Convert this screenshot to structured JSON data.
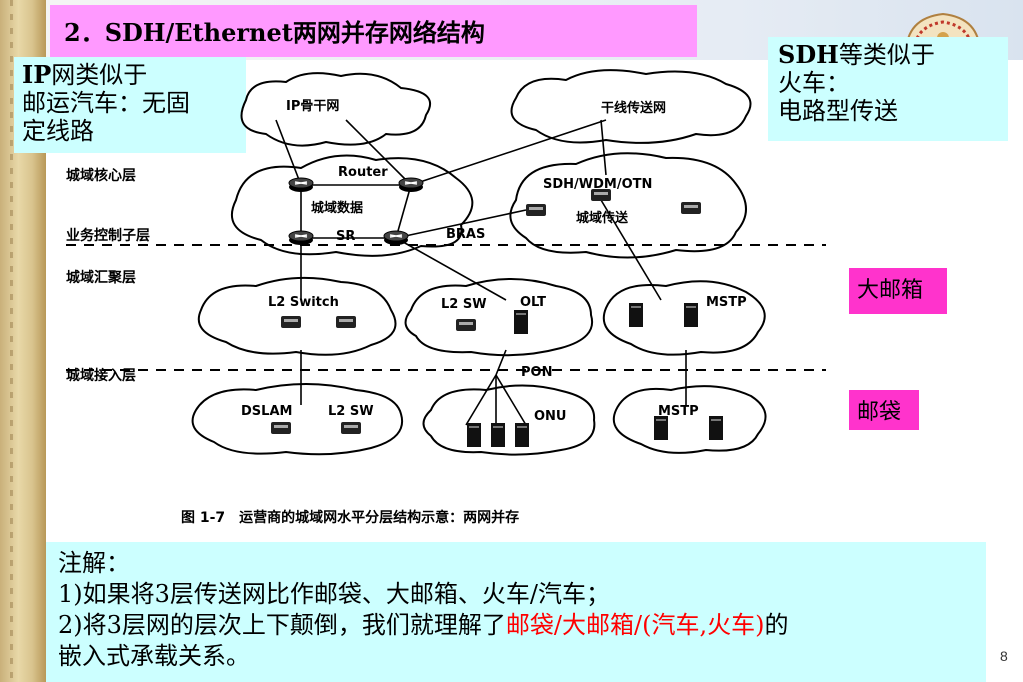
{
  "title": "2．SDH/Ethernet两网并存网络结构",
  "ip_note": {
    "lead": "IP",
    "rest": "网类似于",
    "line2": "邮运汽车：无固",
    "line3": "定线路"
  },
  "sdh_note": {
    "lead": "SDH",
    "rest": "等类似于",
    "line2": "火车：",
    "line3": "电路型传送"
  },
  "tags": {
    "big_mailbox": "大邮箱",
    "mail_bag": "邮袋"
  },
  "diagram": {
    "layers": [
      "城域核心层",
      "业务控制子层",
      "城域汇聚层",
      "城域接入层"
    ],
    "clouds": {
      "ip_backbone": "IP骨干网",
      "trunk": "干线传送网",
      "metro_data": "城域数据",
      "metro_transport": "城域传送",
      "sdh_wdm_otn": "SDH/WDM/OTN"
    },
    "devices": {
      "router": "Router",
      "sr": "SR",
      "bras": "BRAS",
      "l2_switch": "L2 Switch",
      "l2_sw": "L2 SW",
      "olt": "OLT",
      "mstp": "MSTP",
      "pon": "PON",
      "dslam": "DSLAM",
      "onu": "ONU"
    },
    "caption": "图 1-7　运营商的城域网水平分层结构示意：两网并存"
  },
  "bottom_note": {
    "heading": "注解：",
    "line1": "1)如果将3层传送网比作邮袋、大邮箱、火车/汽车；",
    "line2_pre": "2)将3层网的层次上下颠倒，我们就理解了",
    "line2_red": "邮袋/大邮箱/(汽车,火车)",
    "line2_post": "的",
    "line3": "嵌入式承载关系。"
  },
  "page_number": "8",
  "colors": {
    "title_bg": "#ff99ff",
    "note_bg": "#ccffff",
    "tag_bg": "#ff33cc",
    "highlight": "#ff0000"
  }
}
